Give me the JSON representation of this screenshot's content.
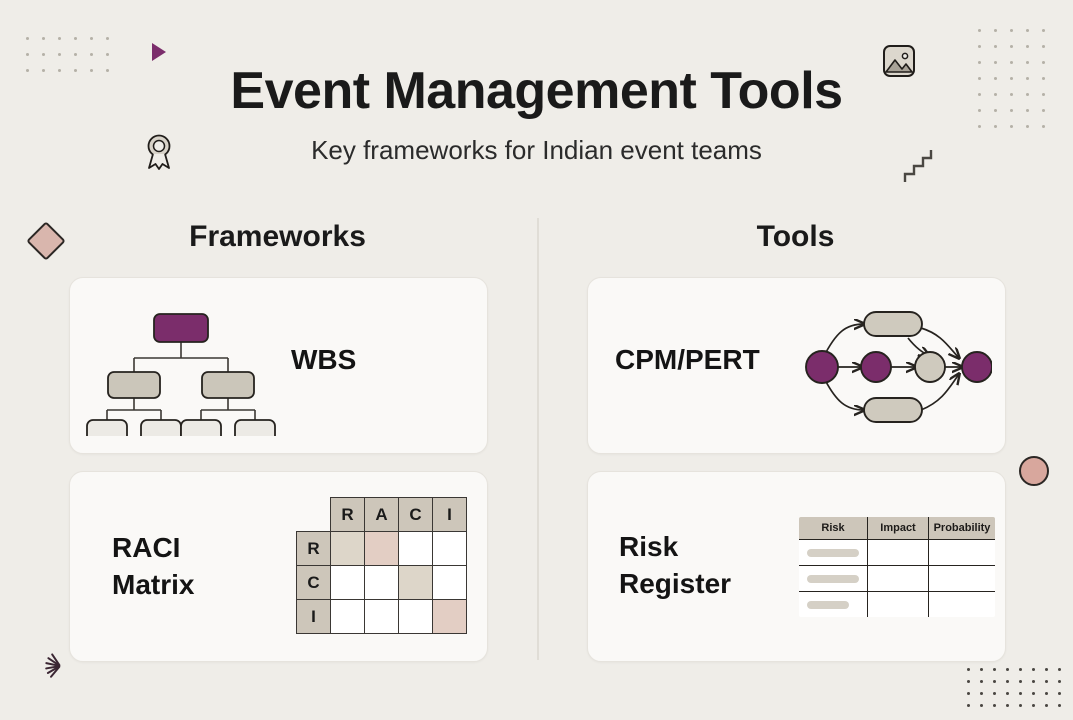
{
  "header": {
    "title": "Event Management Tools",
    "subtitle": "Key frameworks for Indian event teams"
  },
  "columns": {
    "left_heading": "Frameworks",
    "right_heading": "Tools"
  },
  "cards": {
    "wbs": {
      "label": "WBS",
      "art": "wbs-tree-diagram"
    },
    "raci": {
      "label": "RACI\nMatrix",
      "art": "raci-matrix-grid"
    },
    "cpm": {
      "label": "CPM/PERT",
      "art": "cpm-pert-network-diagram"
    },
    "risk": {
      "label": "Risk\nRegister",
      "art": "risk-register-table"
    }
  },
  "raci_matrix": {
    "column_headers": [
      "R",
      "A",
      "C",
      "I"
    ],
    "row_headers": [
      "R",
      "C",
      "I"
    ],
    "cells": [
      [
        "tan",
        "pink",
        "empty",
        "empty"
      ],
      [
        "empty",
        "empty",
        "tan",
        "empty"
      ],
      [
        "empty",
        "empty",
        "empty",
        "pink"
      ]
    ]
  },
  "risk_register": {
    "columns": [
      "Risk",
      "Impact",
      "Probability"
    ],
    "rows": [
      {
        "risk": "",
        "impact": "",
        "probability": ""
      },
      {
        "risk": "",
        "impact": "",
        "probability": ""
      },
      {
        "risk": "",
        "impact": "",
        "probability": ""
      }
    ]
  },
  "wbs_tree": {
    "root_color": "#7b2d6b",
    "level2_color": "#cbc6ba",
    "level3_color": "#eceae5",
    "level2_count": 2,
    "level3_count": 4
  },
  "cpm_network": {
    "node_accent_color": "#7b2d6b",
    "node_neutral_color": "#cfcabe",
    "purple_nodes": 3,
    "neutral_nodes": 1,
    "pill_nodes": 2
  },
  "decorations": [
    {
      "name": "dot-grid-top-left",
      "icon": "dot-grid-icon"
    },
    {
      "name": "play-triangle",
      "icon": "play-icon"
    },
    {
      "name": "award-ribbon",
      "icon": "award-icon"
    },
    {
      "name": "image-placeholder",
      "icon": "image-icon"
    },
    {
      "name": "dot-grid-top-right",
      "icon": "dot-grid-icon"
    },
    {
      "name": "stair-step-line",
      "icon": "stairs-icon"
    },
    {
      "name": "diamond-left",
      "icon": "diamond-icon"
    },
    {
      "name": "circle-right",
      "icon": "circle-icon"
    },
    {
      "name": "sparkle-bottom-left",
      "icon": "sparkle-icon"
    },
    {
      "name": "dot-grid-bottom-right",
      "icon": "dot-grid-icon"
    }
  ],
  "colors": {
    "background": "#efede8",
    "card": "#faf9f7",
    "accent_purple": "#7b2d6b",
    "neutral_tan": "#cdc6ba",
    "rose": "#d8a79d",
    "text": "#1a1a1a"
  }
}
